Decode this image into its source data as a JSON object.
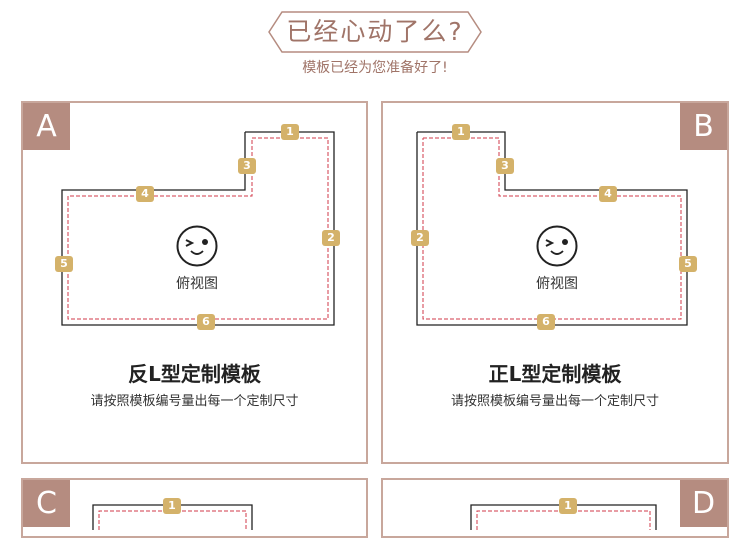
{
  "header": {
    "title": "已经心动了么?",
    "subtitle": "模板已经为您准备好了!"
  },
  "cards": {
    "a": {
      "letter": "A",
      "view_label": "俯视图",
      "title": "反L型定制模板",
      "desc": "请按照模板编号量出每一个定制尺寸",
      "edges": [
        "1",
        "2",
        "3",
        "4",
        "5",
        "6"
      ]
    },
    "b": {
      "letter": "B",
      "view_label": "俯视图",
      "title": "正L型定制模板",
      "desc": "请按照模板编号量出每一个定制尺寸",
      "edges": [
        "1",
        "2",
        "3",
        "4",
        "5",
        "6"
      ]
    },
    "c": {
      "letter": "C",
      "edges": [
        "1"
      ]
    },
    "d": {
      "letter": "D",
      "edges": [
        "1"
      ]
    }
  },
  "colors": {
    "accent": "#b58c80",
    "border": "#c8a79c",
    "badge": "#d4b26a",
    "dash": "#d23a4a"
  }
}
